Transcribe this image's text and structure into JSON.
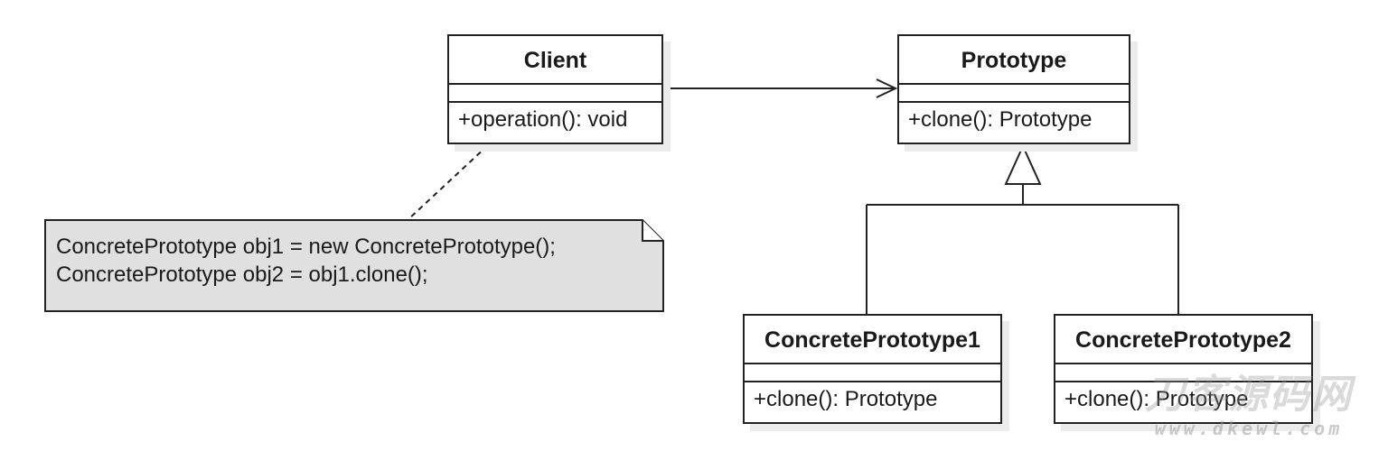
{
  "classes": {
    "client": {
      "name": "Client",
      "operation": "+operation(): void"
    },
    "prototype": {
      "name": "Prototype",
      "operation": "+clone(): Prototype"
    },
    "concrete1": {
      "name": "ConcretePrototype1",
      "operation": "+clone(): Prototype"
    },
    "concrete2": {
      "name": "ConcretePrototype2",
      "operation": "+clone(): Prototype"
    }
  },
  "note": {
    "line1": "ConcretePrototype obj1 = new ConcretePrototype();",
    "line2": "ConcretePrototype obj2 = obj1.clone();"
  },
  "watermark": {
    "title": "刀客源码网",
    "url": "www.dkewl.com"
  },
  "colors": {
    "line": "#222222",
    "note_fill": "#e0e0e0",
    "shadow": "#ececec"
  }
}
